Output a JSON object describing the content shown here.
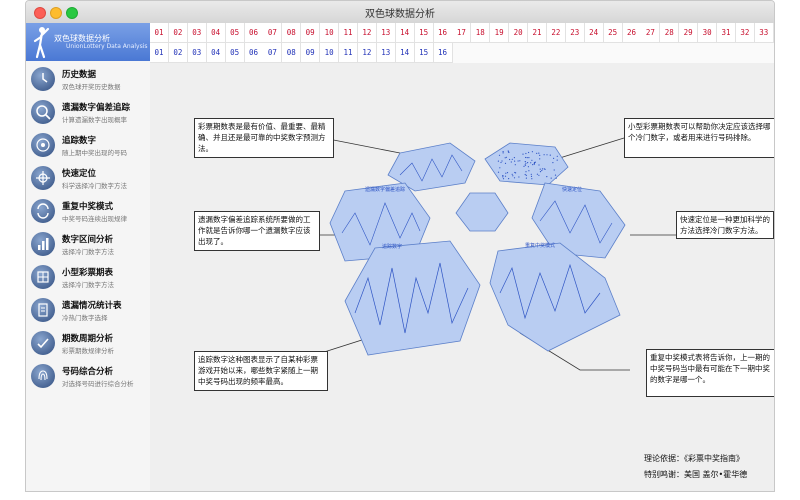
{
  "window": {
    "title": "双色球数据分析"
  },
  "logo": {
    "title": "双色球数据分析",
    "subtitle": "UnionLottery Data Analysis"
  },
  "sidebar": {
    "items": [
      {
        "title": "历史数据",
        "desc": "双色球开奖历史数据",
        "icon": "clock-icon"
      },
      {
        "title": "遗漏数字偏差追踪",
        "desc": "计算遗漏数字出现概率",
        "icon": "magnifier-icon"
      },
      {
        "title": "追踪数字",
        "desc": "随上期中奖出现的号码",
        "icon": "tracking-icon"
      },
      {
        "title": "快速定位",
        "desc": "科学选择冷门数字方法",
        "icon": "locate-icon"
      },
      {
        "title": "重复中奖模式",
        "desc": "中奖号码连续出现规律",
        "icon": "repeat-icon"
      },
      {
        "title": "数字区间分析",
        "desc": "选择冷门数字方法",
        "icon": "range-icon"
      },
      {
        "title": "小型彩票期表",
        "desc": "选择冷门数字方法",
        "icon": "small-table-icon"
      },
      {
        "title": "遗漏情况统计表",
        "desc": "冷热门数字选择",
        "icon": "stats-icon"
      },
      {
        "title": "期数周期分析",
        "desc": "彩票期数规律分析",
        "icon": "cycle-icon"
      },
      {
        "title": "号码综合分析",
        "desc": "对选择号码进行综合分析",
        "icon": "fingerprint-icon"
      }
    ]
  },
  "numbers": {
    "red": [
      "01",
      "02",
      "03",
      "04",
      "05",
      "06",
      "07",
      "08",
      "09",
      "10",
      "11",
      "12",
      "13",
      "14",
      "15",
      "16",
      "17",
      "18",
      "19",
      "20",
      "21",
      "22",
      "23",
      "24",
      "25",
      "26",
      "27",
      "28",
      "29",
      "30",
      "31",
      "32",
      "33"
    ],
    "blue": [
      "01",
      "02",
      "03",
      "04",
      "05",
      "06",
      "07",
      "08",
      "09",
      "10",
      "11",
      "12",
      "13",
      "14",
      "15",
      "16"
    ]
  },
  "notes": {
    "n1": "彩票期数表是最有价值、最重要、最精确、并且还是最可靠的中奖数字预测方法。",
    "n2": "小型彩票期数表可以帮助你决定应该选择哪个冷门数字，或者用来进行号码排除。",
    "n3": "遗漏数字偏差追踪系统所要做的工作就是告诉你哪一个遗漏数字应该出现了。",
    "n4": "快速定位是一种更加科学的方法选择冷门数字方法。",
    "n5": "追踪数字这种图表显示了自某种彩票游戏开始以来，哪些数字紧随上一期中奖号码出现的频率最高。",
    "n6": "重复中奖模式表将告诉你，上一期的中奖号码当中最有可能在下一期中奖的数字是哪一个。"
  },
  "hex_labels": {
    "left_mid": "遗漏数字偏差追踪",
    "right_mid": "快速定位",
    "left_big": "追踪数字",
    "right_big": "重复中奖模式"
  },
  "credits": {
    "basis": "理论依据：《彩票中奖指南》",
    "thanks": "特别鸣谢：美国    盖尔•霍华德"
  },
  "colors": {
    "accent": "#4a78d4",
    "red_number": "#c8102e",
    "blue_number": "#2233b8",
    "hex_fill": "#b9cdf2"
  }
}
